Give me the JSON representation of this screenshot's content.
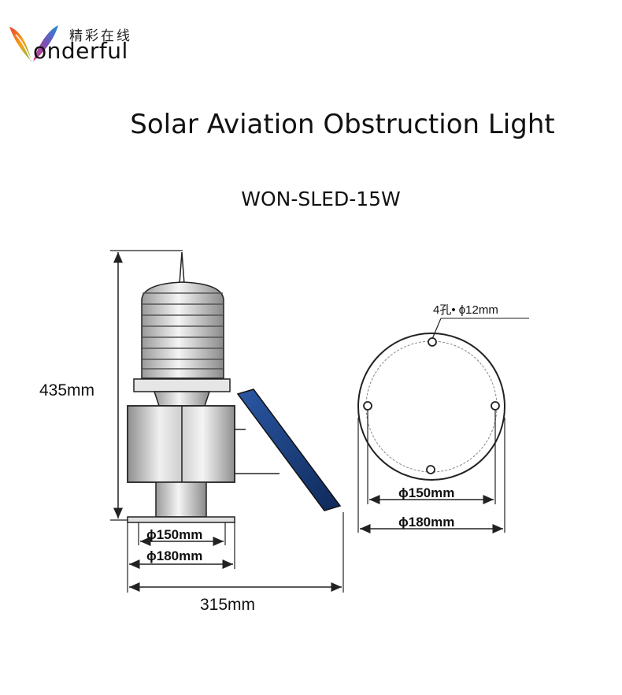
{
  "logo": {
    "chinese_name": "精彩在线",
    "word_mark": "onderful"
  },
  "title": "Solar Aviation Obstruction Light",
  "model": "WON-SLED-15W",
  "side_view": {
    "height_label": "435mm",
    "inner_diameter_label": "ϕ150mm",
    "outer_diameter_label": "ϕ180mm",
    "total_width_label": "315mm"
  },
  "top_view": {
    "hole_label": "4孔• ϕ12mm",
    "inner_diameter_label": "ϕ150mm",
    "outer_diameter_label": "ϕ180mm"
  },
  "colors": {
    "panel": "#1f3f7a",
    "line": "#222222"
  }
}
